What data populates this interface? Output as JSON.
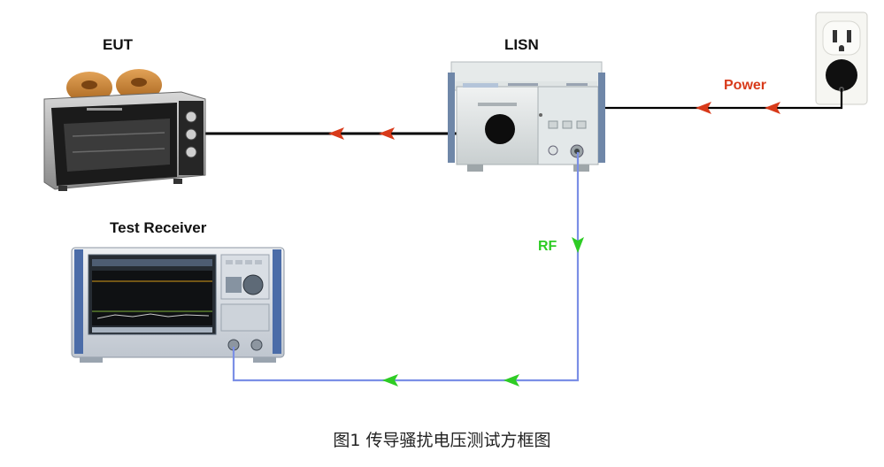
{
  "labels": {
    "eut": "EUT",
    "lisn": "LISN",
    "test_receiver": "Test Receiver",
    "power": "Power",
    "rf": "RF"
  },
  "caption": "图1 传导骚扰电压测试方框图",
  "colors": {
    "power_cable": "#000000",
    "power_arrow": "#d83a1a",
    "power_label": "#d83a1a",
    "rf_cable": "#7b8fe6",
    "rf_arrow": "#2ecc24",
    "rf_label": "#2ecc24"
  },
  "icons": [
    "toaster-icon",
    "lisn-device-icon",
    "test-receiver-icon",
    "wall-outlet-icon"
  ]
}
